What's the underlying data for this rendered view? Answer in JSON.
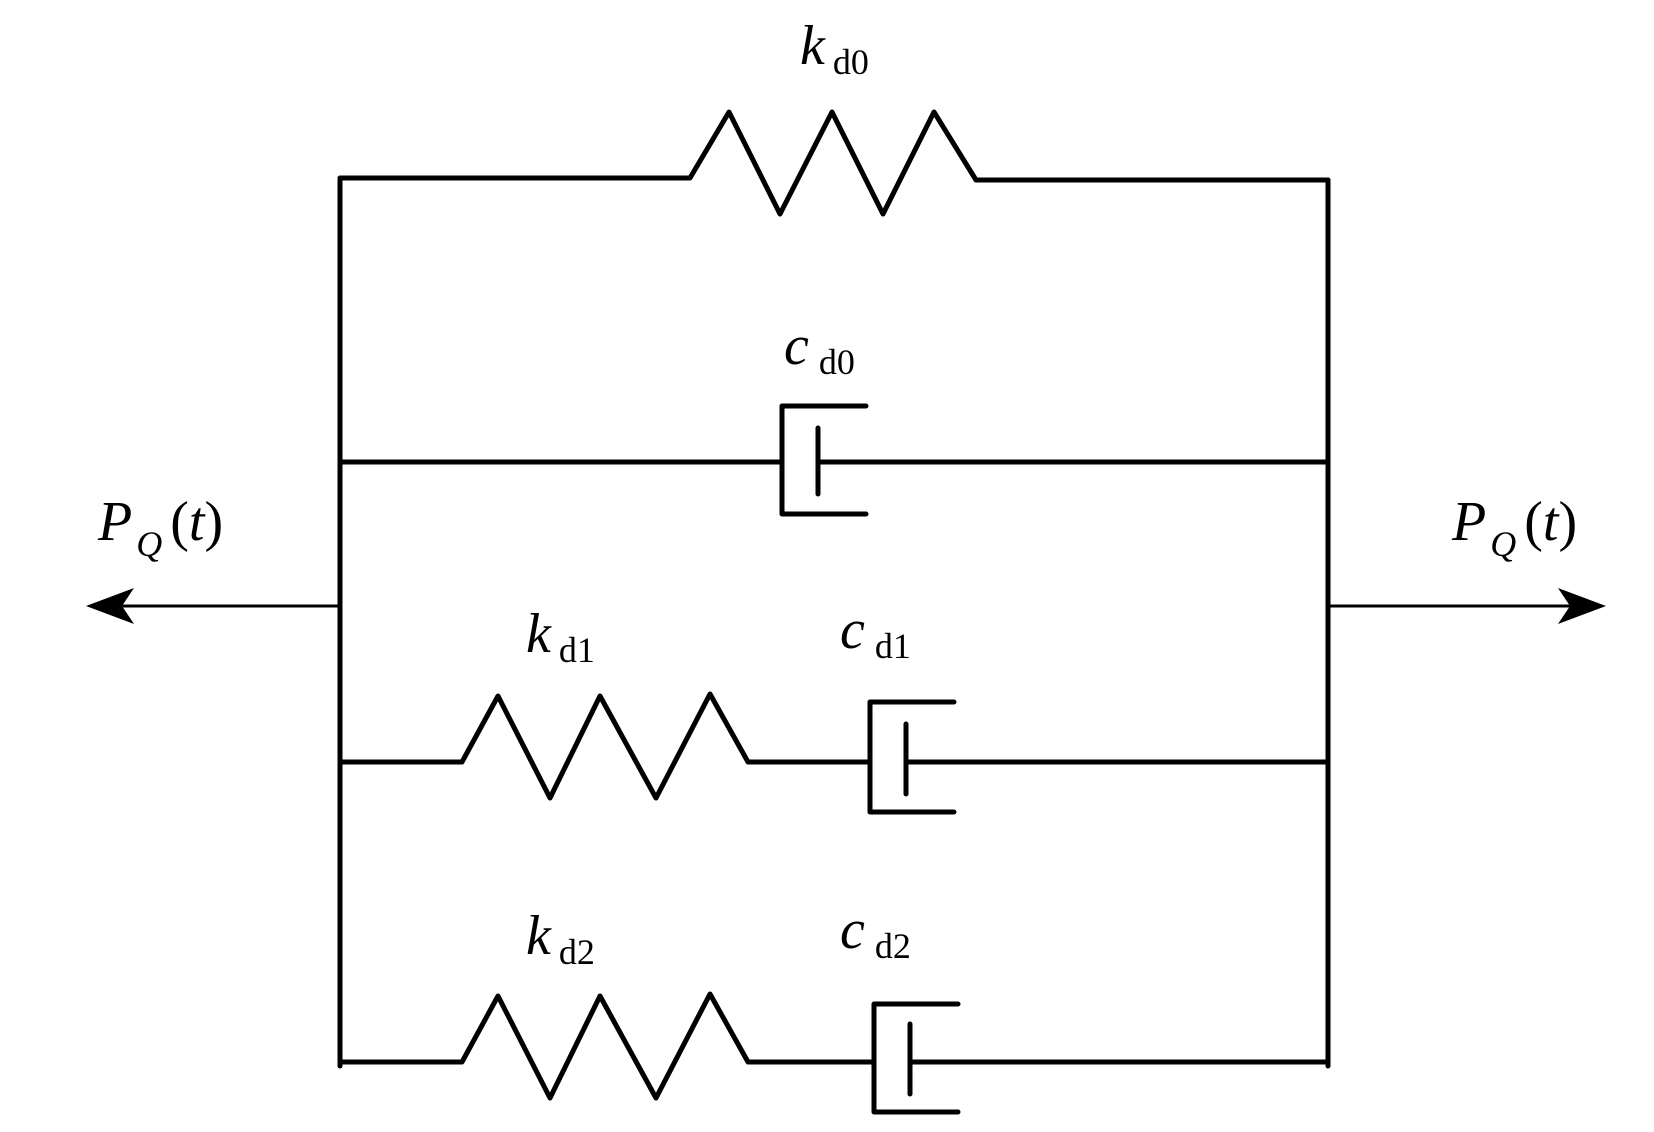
{
  "labels": {
    "k_d0": {
      "symbol": "k",
      "subscript": "d0"
    },
    "c_d0": {
      "symbol": "c",
      "subscript": "d0"
    },
    "k_d1": {
      "symbol": "k",
      "subscript": "d1"
    },
    "c_d1": {
      "symbol": "c",
      "subscript": "d1"
    },
    "k_d2": {
      "symbol": "k",
      "subscript": "d2"
    },
    "c_d2": {
      "symbol": "c",
      "subscript": "d2"
    },
    "load_left": {
      "symbol": "P",
      "subscript": "Q",
      "open": "(",
      "arg": "t",
      "close": ")"
    },
    "load_right": {
      "symbol": "P",
      "subscript": "Q",
      "open": "(",
      "arg": "t",
      "close": ")"
    }
  },
  "colors": {
    "line": "#000000",
    "background": "#ffffff"
  }
}
